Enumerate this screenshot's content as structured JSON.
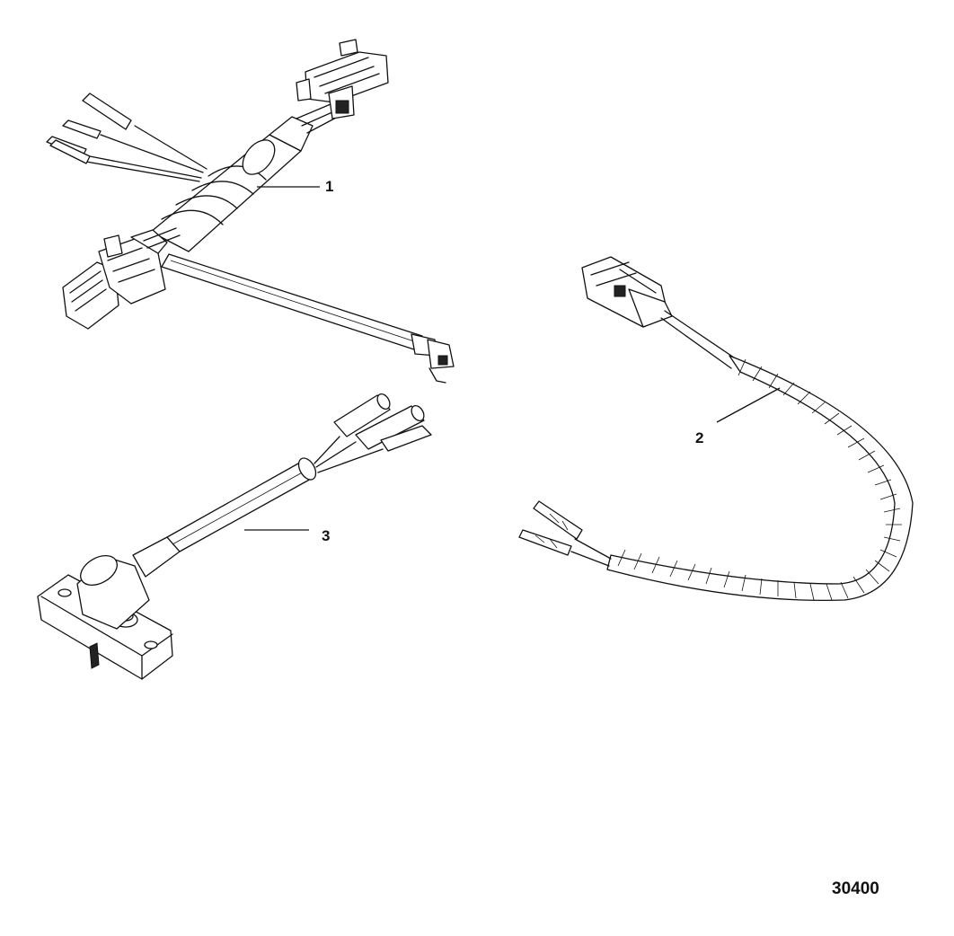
{
  "callouts": [
    {
      "id": "callout-1",
      "label": "1"
    },
    {
      "id": "callout-2",
      "label": "2"
    },
    {
      "id": "callout-3",
      "label": "3"
    }
  ],
  "figure_id": "30400"
}
